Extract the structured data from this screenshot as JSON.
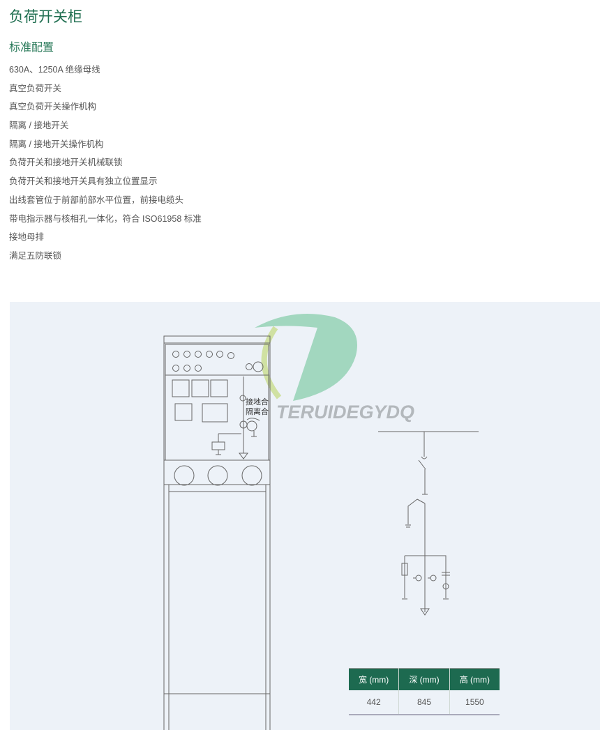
{
  "title": "负荷开关柜",
  "subtitle": "标准配置",
  "features": [
    "630A、1250A 绝缘母线",
    "真空负荷开关",
    "真空负荷开关操作机构",
    "隔离 / 接地开关",
    "隔离 / 接地开关操作机构",
    "负荷开关和接地开关机械联锁",
    "负荷开关和接地开关具有独立位置显示",
    "出线套管位于前部前部水平位置，前接电缆头",
    "带电指示器与核相孔一体化，符合 ISO61958 标准",
    "接地母排",
    "满足五防联锁"
  ],
  "cabinet_labels": {
    "line1": "接地合",
    "line2": "隔离合"
  },
  "watermark_text": "TERUIDEGYDQ",
  "dimensions_table": {
    "headers": [
      "宽 (mm)",
      "深 (mm)",
      "高 (mm)"
    ],
    "values": [
      "442",
      "845",
      "1550"
    ]
  },
  "colors": {
    "accent": "#1d6a50",
    "panel_bg": "#edf2f8",
    "logo_green": "#8fcfb0"
  }
}
